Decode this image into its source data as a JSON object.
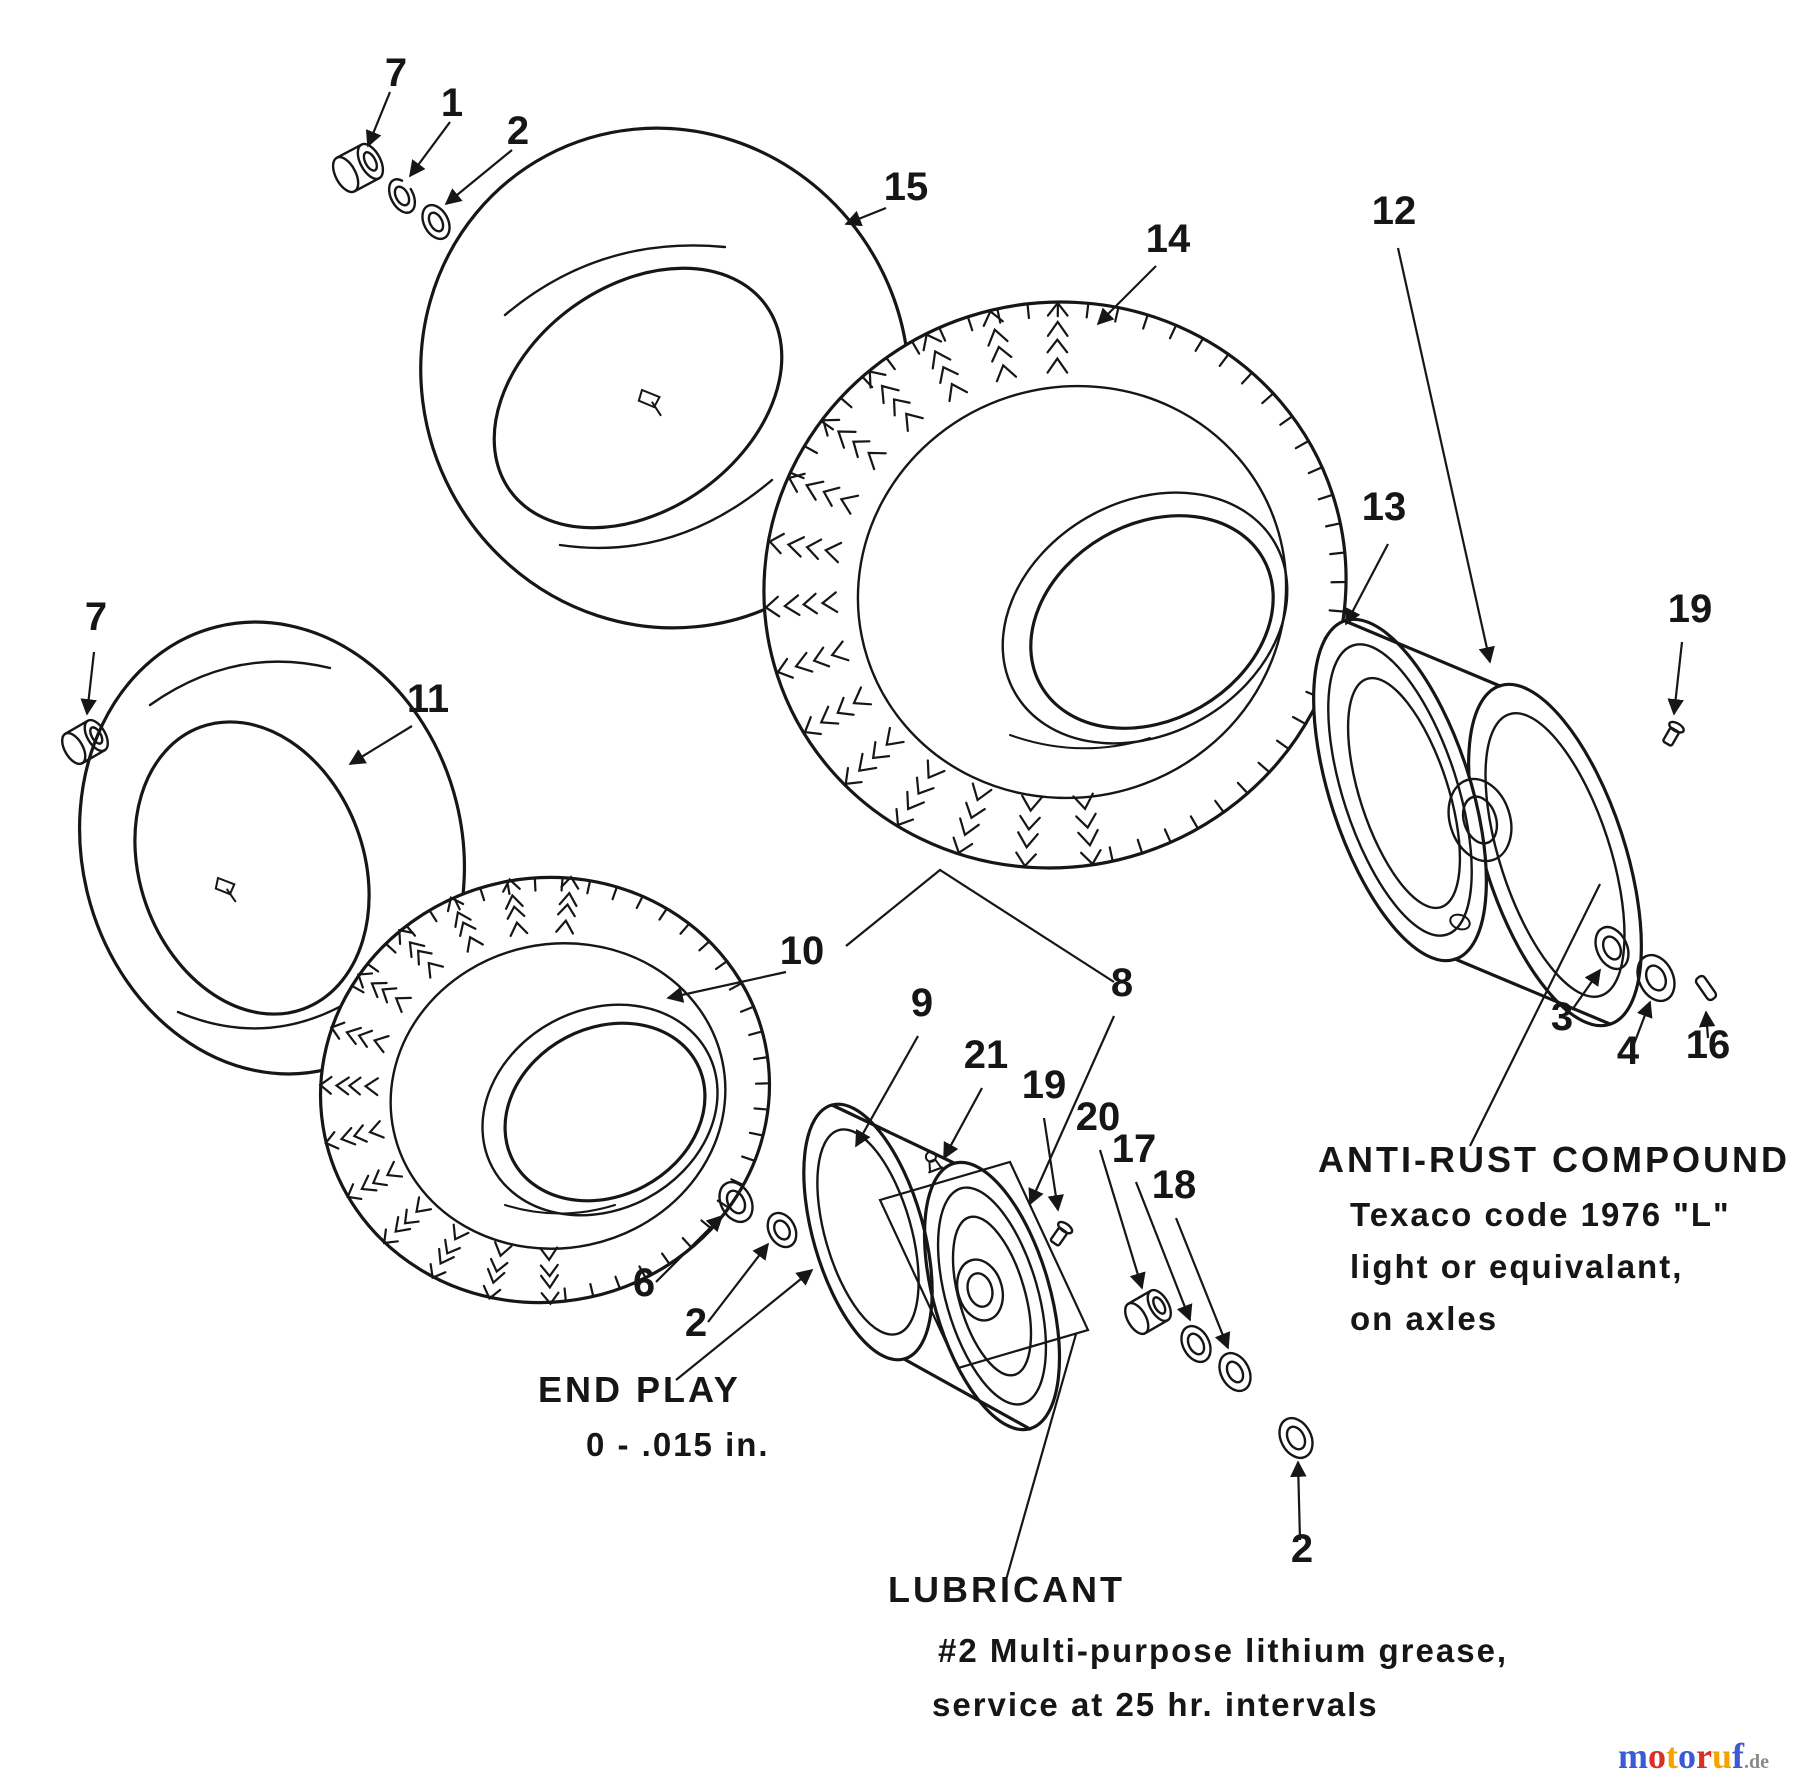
{
  "callouts": {
    "c7a": "7",
    "c1": "1",
    "c2a": "2",
    "c15": "15",
    "c14": "14",
    "c12": "12",
    "c13": "13",
    "c19a": "19",
    "c7b": "7",
    "c11": "11",
    "c10": "10",
    "c9": "9",
    "c8": "8",
    "c21": "21",
    "c19b": "19",
    "c20": "20",
    "c17": "17",
    "c18": "18",
    "c3": "3",
    "c4": "4",
    "c16": "16",
    "c6": "6",
    "c2b": "2",
    "c2c": "2"
  },
  "notes": {
    "end_play": {
      "title": "END PLAY",
      "value": "0 - .015 in."
    },
    "anti_rust": {
      "title": "ANTI-RUST COMPOUND",
      "line2": "Texaco code 1976 \"L\"",
      "line3": "light or equivalant,",
      "line4": "on axles"
    },
    "lubricant": {
      "title": "LUBRICANT",
      "line2": "#2 Multi-purpose lithium grease,",
      "line3": "service at 25 hr. intervals"
    }
  },
  "watermark": {
    "letters": [
      {
        "ch": "m",
        "color": "#3b5bd4"
      },
      {
        "ch": "o",
        "color": "#d93025"
      },
      {
        "ch": "t",
        "color": "#f5a300"
      },
      {
        "ch": "o",
        "color": "#3b5bd4"
      },
      {
        "ch": "r",
        "color": "#d93025"
      },
      {
        "ch": "u",
        "color": "#f5a300"
      },
      {
        "ch": "f",
        "color": "#3b5bd4"
      }
    ],
    "suffix": ".de",
    "suffix_color": "#8a8a8a"
  }
}
